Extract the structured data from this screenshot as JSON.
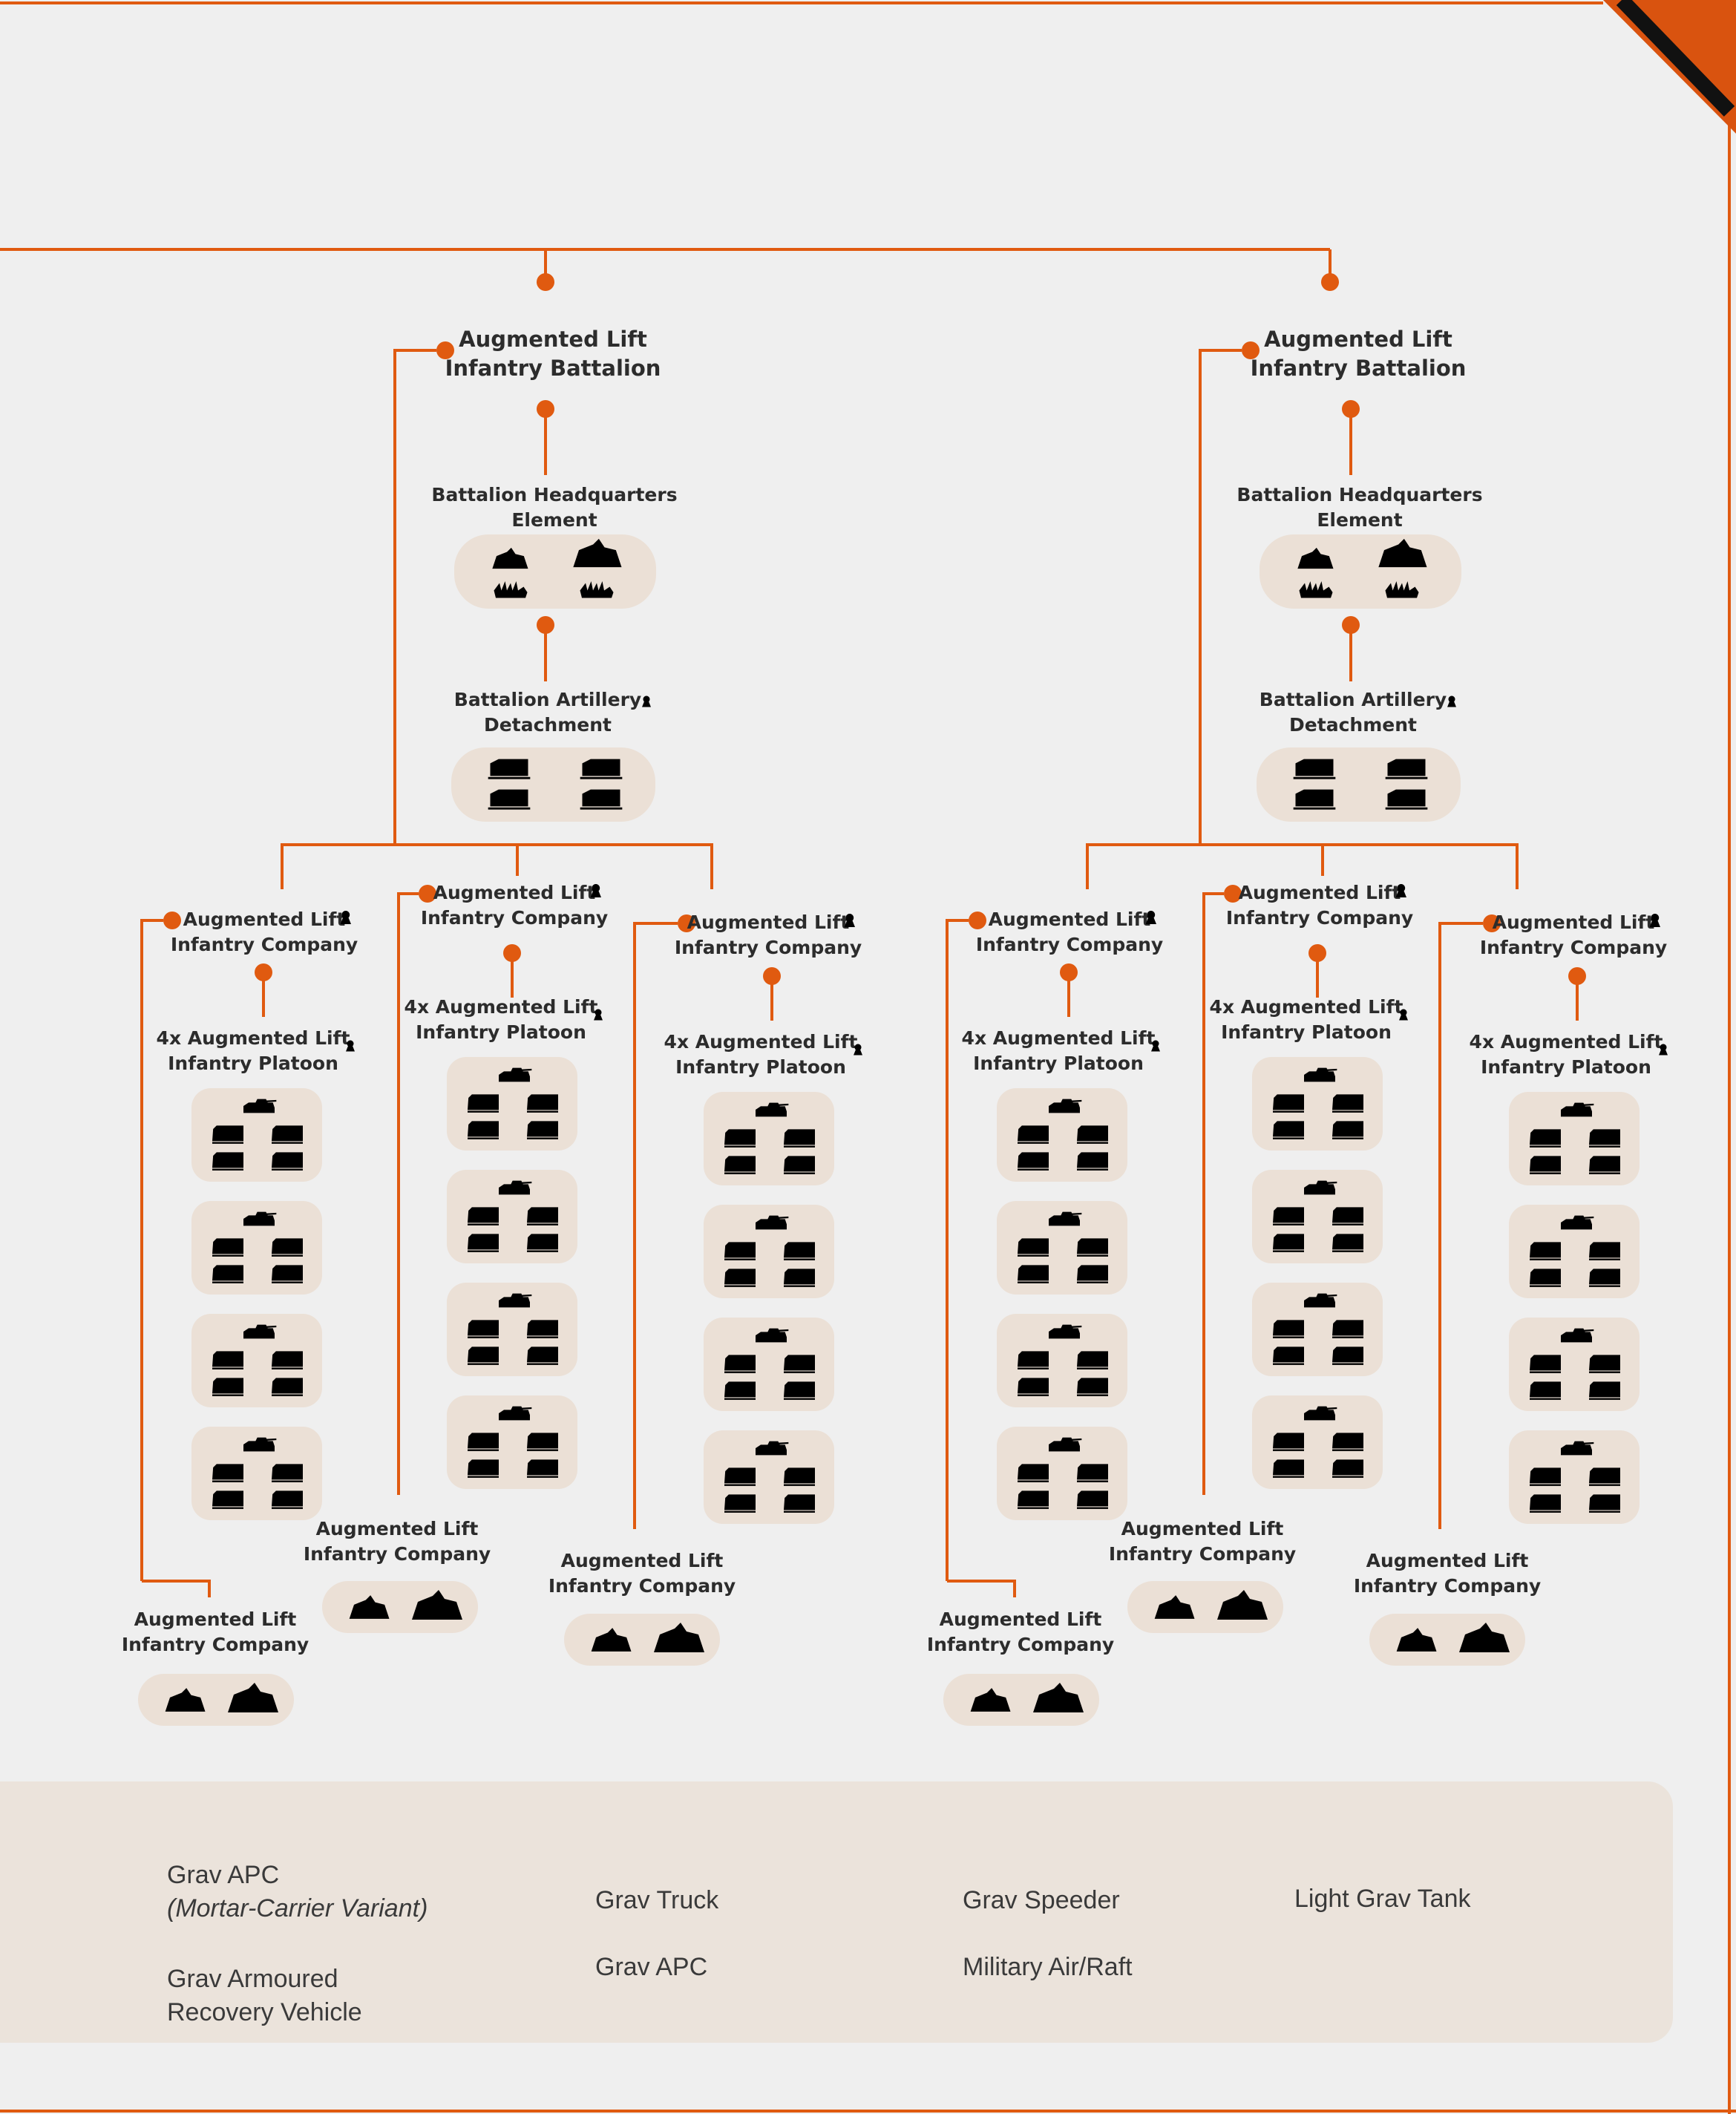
{
  "battalions": [
    {
      "title": [
        "Augmented Lift",
        "Infantry Battalion"
      ],
      "hq": {
        "label": [
          "Battalion Headquarters",
          "Element"
        ]
      },
      "artillery": {
        "label": [
          "Battalion Artillery",
          "Detachment"
        ]
      },
      "companies": [
        {
          "label": [
            "Augmented Lift",
            "Infantry Company"
          ],
          "platoon": [
            "4x Augmented Lift",
            "Infantry Platoon"
          ],
          "hq_label": [
            "Augmented Lift",
            "Infantry Company"
          ]
        },
        {
          "label": [
            "Augmented Lift",
            "Infantry Company"
          ],
          "platoon": [
            "4x Augmented Lift",
            "Infantry Platoon"
          ],
          "hq_label": [
            "Augmented Lift",
            "Infantry Company"
          ]
        },
        {
          "label": [
            "Augmented Lift",
            "Infantry Company"
          ],
          "platoon": [
            "4x Augmented Lift",
            "Infantry Platoon"
          ],
          "hq_label": [
            "Augmented Lift",
            "Infantry Company"
          ]
        }
      ]
    },
    {
      "title": [
        "Augmented Lift",
        "Infantry Battalion"
      ],
      "hq": {
        "label": [
          "Battalion Headquarters",
          "Element"
        ]
      },
      "artillery": {
        "label": [
          "Battalion Artillery",
          "Detachment"
        ]
      },
      "companies": [
        {
          "label": [
            "Augmented Lift",
            "Infantry Company"
          ],
          "platoon": [
            "4x Augmented Lift",
            "Infantry Platoon"
          ],
          "hq_label": [
            "Augmented Lift",
            "Infantry Company"
          ]
        },
        {
          "label": [
            "Augmented Lift",
            "Infantry Company"
          ],
          "platoon": [
            "4x Augmented Lift",
            "Infantry Platoon"
          ],
          "hq_label": [
            "Augmented Lift",
            "Infantry Company"
          ]
        },
        {
          "label": [
            "Augmented Lift",
            "Infantry Company"
          ],
          "platoon": [
            "4x Augmented Lift",
            "Infantry Platoon"
          ],
          "hq_label": [
            "Augmented Lift",
            "Infantry Company"
          ]
        }
      ]
    }
  ],
  "legend": {
    "items": [
      {
        "label": "Grav APC",
        "note": "(Mortar-Carrier Variant)",
        "icon": "grav-apc-mortar-icon"
      },
      {
        "label": "Grav Armoured",
        "label2": "Recovery Vehicle",
        "icon": "grav-recovery-icon"
      },
      {
        "label": "Grav Truck",
        "icon": "grav-truck-icon"
      },
      {
        "label": "Grav APC",
        "icon": "grav-apc-icon"
      },
      {
        "label": "Grav Speeder",
        "icon": "grav-speeder-icon"
      },
      {
        "label": "Military Air/Raft",
        "icon": "air-raft-icon"
      },
      {
        "label": "Light Grav Tank",
        "icon": "light-grav-tank-icon"
      }
    ]
  },
  "colors": {
    "accent": "#e05a10",
    "pill": "#ebe0d6",
    "background": "#efefef",
    "ink": "#000000"
  }
}
